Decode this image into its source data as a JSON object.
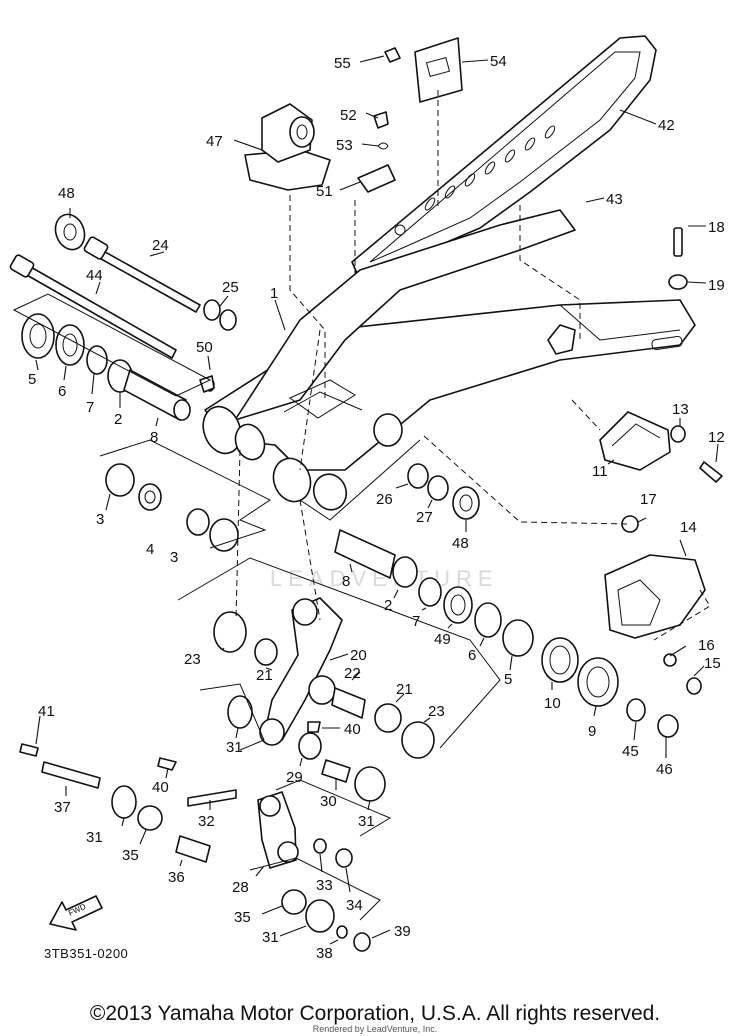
{
  "diagram": {
    "code": "3TB351-0200",
    "fwd_label": "FWD",
    "watermark": "LEADVENTURE",
    "copyright": "©2013 Yamaha Motor Corporation, U.S.A. All rights reserved.",
    "rendered_by": "Rendered by LeadVenture, Inc.",
    "callouts": [
      {
        "id": "c55",
        "text": "55"
      },
      {
        "id": "c54",
        "text": "54"
      },
      {
        "id": "c42",
        "text": "42"
      },
      {
        "id": "c52",
        "text": "52"
      },
      {
        "id": "c47",
        "text": "47"
      },
      {
        "id": "c53",
        "text": "53"
      },
      {
        "id": "c51",
        "text": "51"
      },
      {
        "id": "c43",
        "text": "43"
      },
      {
        "id": "c18",
        "text": "18"
      },
      {
        "id": "c48a",
        "text": "48"
      },
      {
        "id": "c24",
        "text": "24"
      },
      {
        "id": "c19",
        "text": "19"
      },
      {
        "id": "c44",
        "text": "44"
      },
      {
        "id": "c25",
        "text": "25"
      },
      {
        "id": "c1",
        "text": "1"
      },
      {
        "id": "c50",
        "text": "50"
      },
      {
        "id": "c5a",
        "text": "5"
      },
      {
        "id": "c6a",
        "text": "6"
      },
      {
        "id": "c7a",
        "text": "7"
      },
      {
        "id": "c2a",
        "text": "2"
      },
      {
        "id": "c8a",
        "text": "8"
      },
      {
        "id": "c13",
        "text": "13"
      },
      {
        "id": "c12",
        "text": "12"
      },
      {
        "id": "c11",
        "text": "11"
      },
      {
        "id": "c3a",
        "text": "3"
      },
      {
        "id": "c26",
        "text": "26"
      },
      {
        "id": "c27",
        "text": "27"
      },
      {
        "id": "c17",
        "text": "17"
      },
      {
        "id": "c4",
        "text": "4"
      },
      {
        "id": "c3b",
        "text": "3"
      },
      {
        "id": "c48b",
        "text": "48"
      },
      {
        "id": "c14",
        "text": "14"
      },
      {
        "id": "c8b",
        "text": "8"
      },
      {
        "id": "c2b",
        "text": "2"
      },
      {
        "id": "c7b",
        "text": "7"
      },
      {
        "id": "c49",
        "text": "49"
      },
      {
        "id": "c6b",
        "text": "6"
      },
      {
        "id": "c23a",
        "text": "23"
      },
      {
        "id": "c20",
        "text": "20"
      },
      {
        "id": "c21a",
        "text": "21"
      },
      {
        "id": "c22",
        "text": "22"
      },
      {
        "id": "c5b",
        "text": "5"
      },
      {
        "id": "c16",
        "text": "16"
      },
      {
        "id": "c15",
        "text": "15"
      },
      {
        "id": "c21b",
        "text": "21"
      },
      {
        "id": "c10",
        "text": "10"
      },
      {
        "id": "c9",
        "text": "9"
      },
      {
        "id": "c23b",
        "text": "23"
      },
      {
        "id": "c31a",
        "text": "31"
      },
      {
        "id": "c40a",
        "text": "40"
      },
      {
        "id": "c45",
        "text": "45"
      },
      {
        "id": "c41",
        "text": "41"
      },
      {
        "id": "c46",
        "text": "46"
      },
      {
        "id": "c29",
        "text": "29"
      },
      {
        "id": "c40b",
        "text": "40"
      },
      {
        "id": "c30",
        "text": "30"
      },
      {
        "id": "c31b",
        "text": "31"
      },
      {
        "id": "c37",
        "text": "37"
      },
      {
        "id": "c32",
        "text": "32"
      },
      {
        "id": "c31c",
        "text": "31"
      },
      {
        "id": "c35a",
        "text": "35"
      },
      {
        "id": "c36",
        "text": "36"
      },
      {
        "id": "c28",
        "text": "28"
      },
      {
        "id": "c33",
        "text": "33"
      },
      {
        "id": "c34",
        "text": "34"
      },
      {
        "id": "c35b",
        "text": "35"
      },
      {
        "id": "c31d",
        "text": "31"
      },
      {
        "id": "c38",
        "text": "38"
      },
      {
        "id": "c39",
        "text": "39"
      }
    ]
  }
}
